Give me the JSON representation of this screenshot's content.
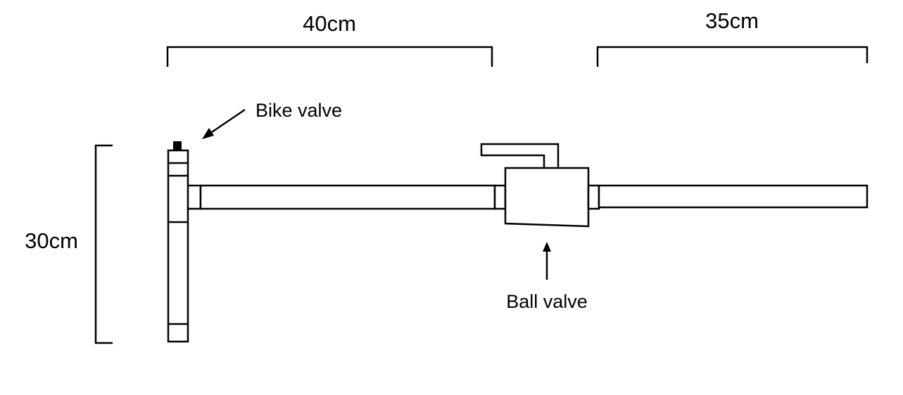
{
  "dimensions": {
    "left_length": "40cm",
    "right_length": "35cm",
    "height": "30cm"
  },
  "callouts": {
    "bike_valve": "Bike valve",
    "ball_valve": "Ball valve"
  },
  "colors": {
    "line": "#000000",
    "background": "#ffffff"
  }
}
